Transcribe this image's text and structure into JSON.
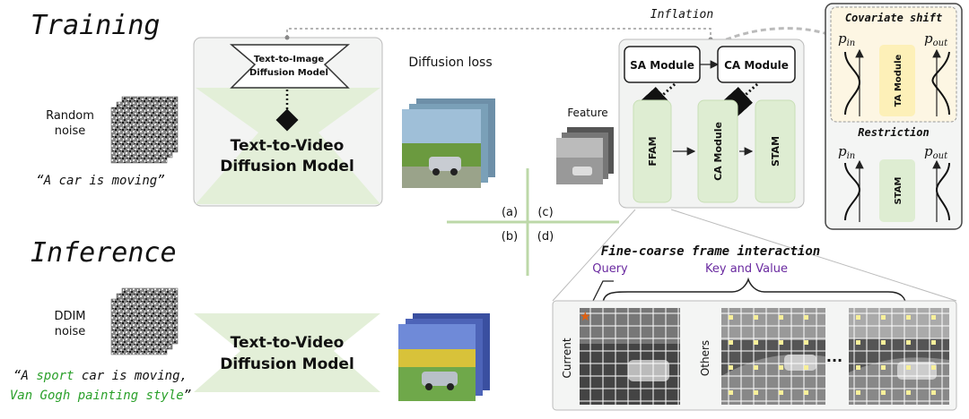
{
  "sections": {
    "training": "Training",
    "inference": "Inference"
  },
  "training": {
    "input_noise": [
      "Random",
      "noise"
    ],
    "prompt": "“A car is moving”",
    "t2i_model": [
      "Text-to-Image",
      "Diffusion Model"
    ],
    "t2v_model": [
      "Text-to-Video",
      "Diffusion Model"
    ],
    "loss_label": "Diffusion loss",
    "inflation_label": "Inflation"
  },
  "inference": {
    "input_noise": [
      "DDIM",
      "noise"
    ],
    "prompt_line1": {
      "pre": "“A ",
      "highlight": "sport",
      "post": " car is moving,"
    },
    "prompt_line2": {
      "highlight": "Van Gogh painting style",
      "post": "”"
    },
    "t2v_model": [
      "Text-to-Video",
      "Diffusion Model"
    ]
  },
  "panel_labels": {
    "a": "(a)",
    "b": "(b)",
    "c": "(c)",
    "d": "(d)"
  },
  "architecture": {
    "feature_label": "Feature",
    "sa_module": "SA Module",
    "ca_module_top": "CA Module",
    "ffam": "FFAM",
    "ca_module_mid": "CA Module",
    "stam": "STAM"
  },
  "side_panels": {
    "covariate_title": "Covariate shift",
    "ta_module": "TA Module",
    "restriction_title": "Restriction",
    "stam": "STAM",
    "p_in": "p",
    "p_in_sub": "in",
    "p_out": "p",
    "p_out_sub": "out"
  },
  "interaction": {
    "title": "Fine-coarse frame interaction",
    "query": "Query",
    "key_value": "Key and Value",
    "current": "Current",
    "others": "Others",
    "ellipsis": "..."
  },
  "colors": {
    "green_fill": "#e3efd8",
    "module_fill": "#deedd2",
    "panel_bg": "#f4f5f4",
    "highlight_green": "#2aa02a",
    "purple": "#6a2aa0",
    "yellow_fill": "#fdf0b8",
    "yellow_bg": "#fdf6e3"
  }
}
